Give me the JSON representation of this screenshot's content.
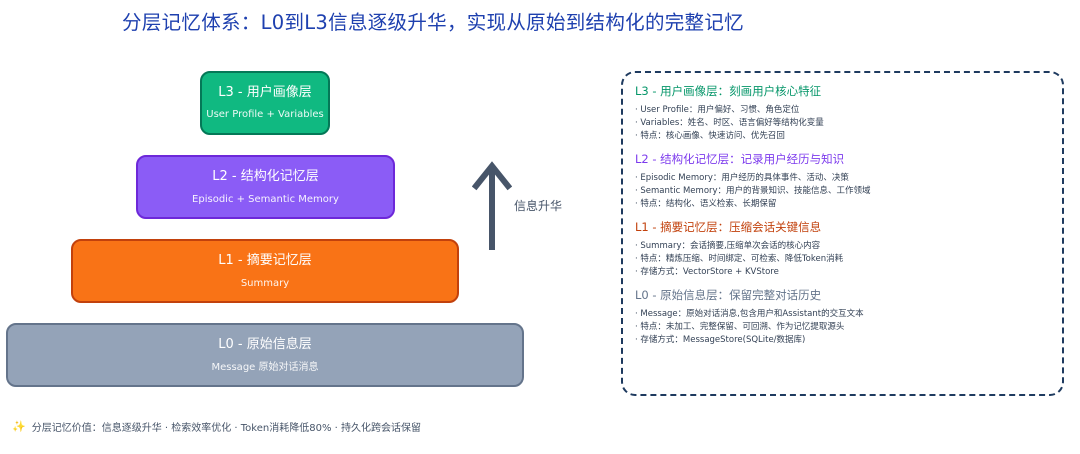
{
  "title": "分层记忆体系：L0到L3信息逐级升华，实现从原始到结构化的完整记忆",
  "layers": [
    {
      "id": "L3",
      "name": "L3 - 用户画像层",
      "sub": "User Profile + Variables",
      "fill": "#10b981",
      "border": "#047857"
    },
    {
      "id": "L2",
      "name": "L2 - 结构化记忆层",
      "sub": "Episodic + Semantic Memory",
      "fill": "#8b5cf6",
      "border": "#6d28d9"
    },
    {
      "id": "L1",
      "name": "L1 - 摘要记忆层",
      "sub": "Summary",
      "fill": "#f97316",
      "border": "#c2410c"
    },
    {
      "id": "L0",
      "name": "L0 - 原始信息层",
      "sub": "Message 原始对话消息",
      "fill": "#94a3b8",
      "border": "#64748b"
    }
  ],
  "arrow": {
    "label": "信息升华",
    "icon": "arrow-up-icon",
    "color": "#475569"
  },
  "panel": {
    "border_color": "#1e3a5f",
    "sections": [
      {
        "title": "L3 - 用户画像层：刻画用户核心特征",
        "color": "#059669",
        "items": [
          "· User Profile：用户偏好、习惯、角色定位",
          "· Variables：姓名、时区、语言偏好等结构化变量",
          "· 特点：核心画像、快速访问、优先召回"
        ]
      },
      {
        "title": "L2 - 结构化记忆层：记录用户经历与知识",
        "color": "#7c3aed",
        "items": [
          "· Episodic Memory：用户经历的具体事件、活动、决策",
          "· Semantic Memory：用户的背景知识、技能信息、工作领域",
          "· 特点：结构化、语义检索、长期保留"
        ]
      },
      {
        "title": "L1 - 摘要记忆层：压缩会话关键信息",
        "color": "#c2410c",
        "items": [
          "· Summary：会话摘要,压缩单次会话的核心内容",
          "· 特点：精炼压缩、时间绑定、可检索、降低Token消耗",
          "· 存储方式：VectorStore + KVStore"
        ]
      },
      {
        "title": "L0 - 原始信息层：保留完整对话历史",
        "color": "#64748b",
        "items": [
          "· Message：原始对话消息,包含用户和Assistant的交互文本",
          "· 特点：未加工、完整保留、可回溯、作为记忆提取源头",
          "· 存储方式：MessageStore(SQLite/数据库)"
        ]
      }
    ]
  },
  "footer": {
    "icon": "sparkle-icon",
    "text": "分层记忆价值：信息逐级升华 · 检索效率优化 · Token消耗降低80% · 持久化跨会话保留"
  }
}
